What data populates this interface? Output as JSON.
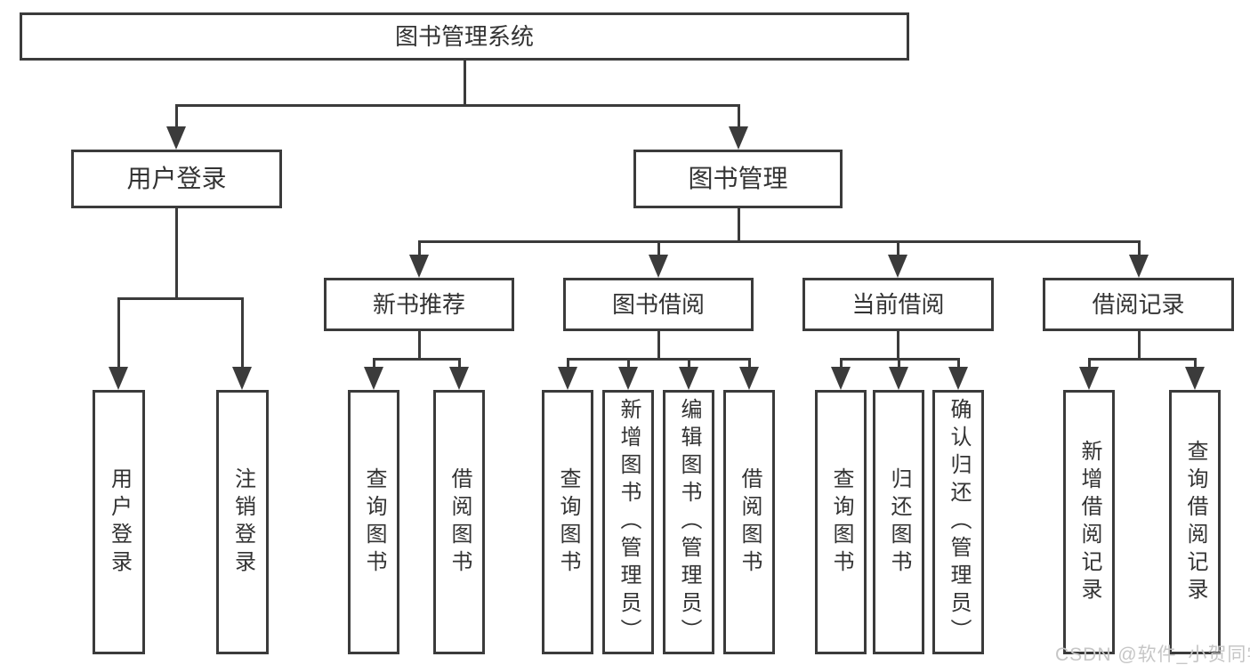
{
  "colors": {
    "line": "#3b3b3b",
    "ink": "#333333",
    "wm": "#c6c6c6",
    "bg": "#ffffff"
  },
  "watermark": "CSDN @软件_小贺同学",
  "tree": {
    "root": {
      "label": "图书管理系统"
    },
    "children": [
      {
        "label": "用户登录",
        "children": [
          {
            "label": "用户登录"
          },
          {
            "label": "注销登录"
          }
        ]
      },
      {
        "label": "图书管理",
        "children": [
          {
            "label": "新书推荐",
            "children": [
              {
                "label": "查询图书"
              },
              {
                "label": "借阅图书"
              }
            ]
          },
          {
            "label": "图书借阅",
            "children": [
              {
                "label": "查询图书"
              },
              {
                "label": "新增图书（管理员）"
              },
              {
                "label": "编辑图书（管理员）"
              },
              {
                "label": "借阅图书"
              }
            ]
          },
          {
            "label": "当前借阅",
            "children": [
              {
                "label": "查询图书"
              },
              {
                "label": "归还图书"
              },
              {
                "label": "确认归还（管理员）"
              }
            ]
          },
          {
            "label": "借阅记录",
            "children": [
              {
                "label": "新增借阅记录"
              },
              {
                "label": "查询借阅记录"
              }
            ]
          }
        ]
      }
    ]
  }
}
